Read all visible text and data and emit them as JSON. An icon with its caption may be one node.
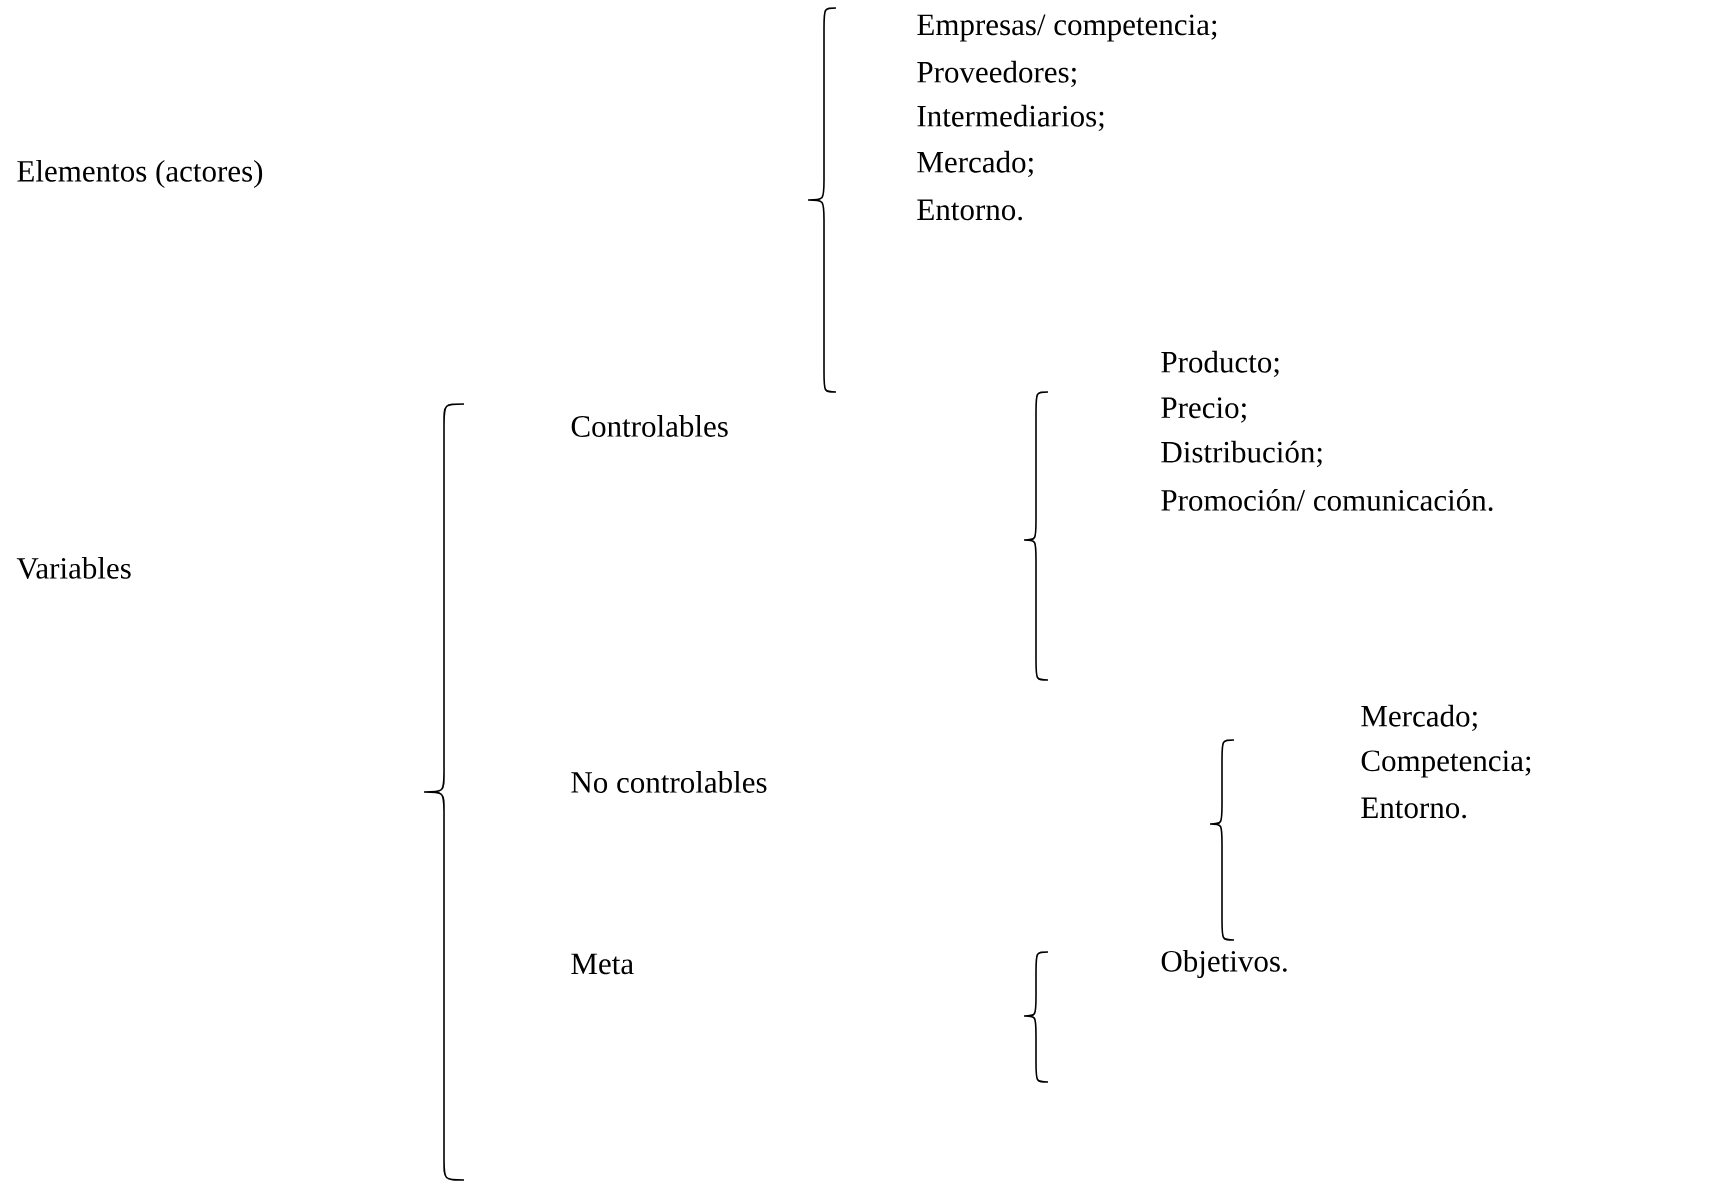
{
  "diagram": {
    "labels": [
      "Elementos (actores)",
      "Empresas/ competencia;",
      "Proveedores;",
      "Intermediarios;",
      "Mercado;",
      "Entorno.",
      "Controlables",
      "Producto;",
      "Precio;",
      "Distribución;",
      "Promoción/ comunicación.",
      "Variables",
      "Mercado;",
      "Competencia;",
      "Entorno.",
      "No controlables",
      "Meta",
      "Objetivos."
    ]
  }
}
